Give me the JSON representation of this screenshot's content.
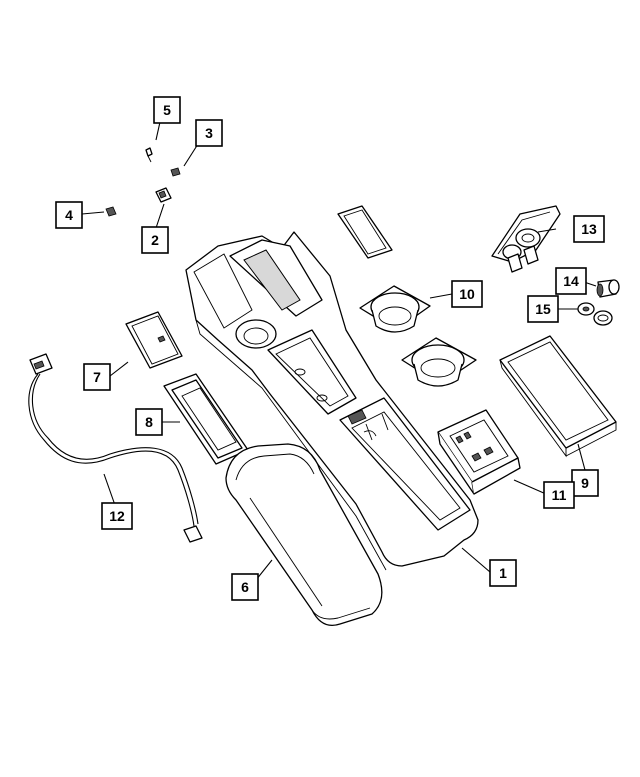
{
  "diagram": {
    "background": "#ffffff",
    "line_color": "#000000",
    "callouts": [
      {
        "id": "c1",
        "label": "1"
      },
      {
        "id": "c2",
        "label": "2"
      },
      {
        "id": "c3",
        "label": "3"
      },
      {
        "id": "c4",
        "label": "4"
      },
      {
        "id": "c5",
        "label": "5"
      },
      {
        "id": "c6",
        "label": "6"
      },
      {
        "id": "c7",
        "label": "7"
      },
      {
        "id": "c8",
        "label": "8"
      },
      {
        "id": "c9",
        "label": "9"
      },
      {
        "id": "c10",
        "label": "10"
      },
      {
        "id": "c11",
        "label": "11"
      },
      {
        "id": "c12",
        "label": "12"
      },
      {
        "id": "c13",
        "label": "13"
      },
      {
        "id": "c14",
        "label": "14"
      },
      {
        "id": "c15",
        "label": "15"
      }
    ]
  }
}
